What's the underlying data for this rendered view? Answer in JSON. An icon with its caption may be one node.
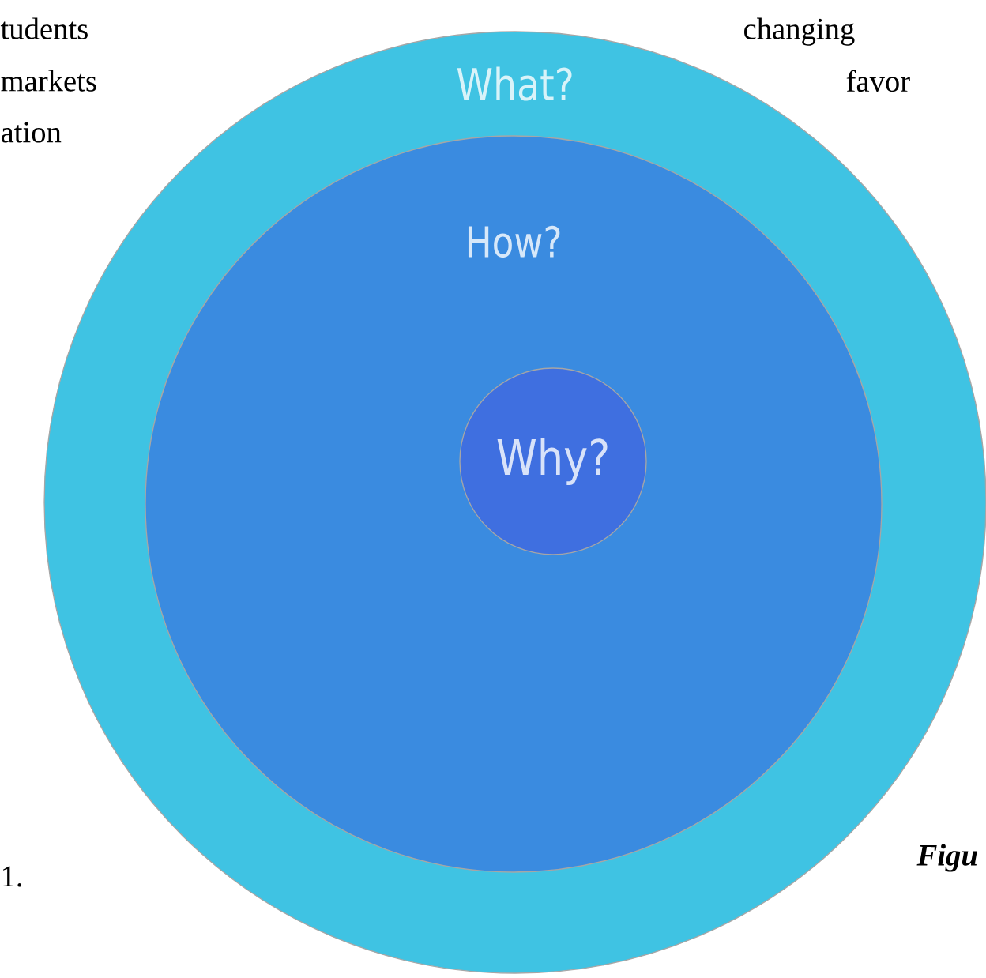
{
  "diagram": {
    "nodes": [
      {
        "text": [
          "What?"
        ]
      },
      {
        "text": [
          "How?"
        ],
        "in": 0
      },
      {
        "text": [
          "Why?"
        ],
        "in": 1
      }
    ],
    "labels": [
      "tudents",
      "markets",
      "ation",
      "changing",
      "favor",
      "1.",
      "**Figu**"
    ]
  }
}
